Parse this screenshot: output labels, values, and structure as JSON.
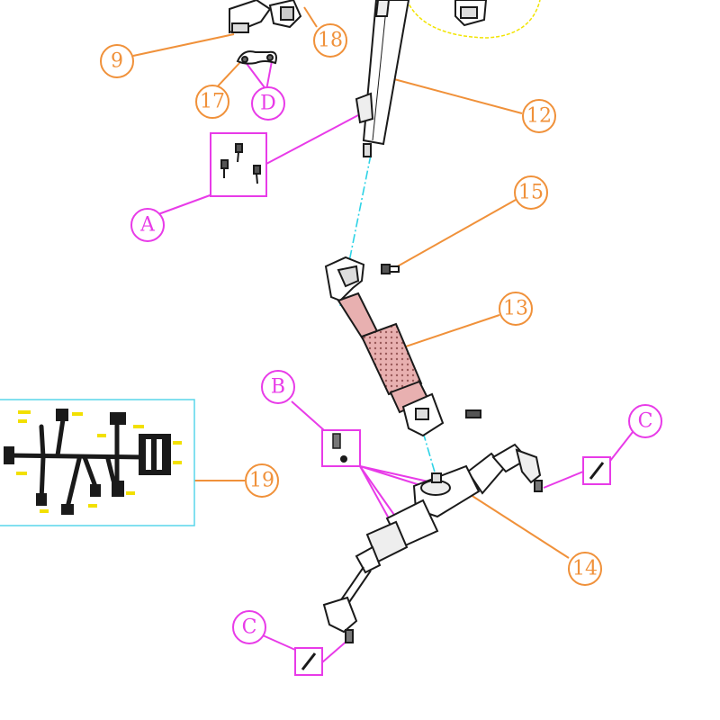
{
  "diagram": {
    "colors": {
      "part_callout": "#f0913a",
      "hardware_callout": "#e83be8",
      "centerline": "#2ed3e6",
      "part_stroke": "#1a1a1a",
      "shaft_fill": "#e8b0b0",
      "harness_frame": "#58d6ea",
      "harness_tag": "#f2e000"
    },
    "part_callouts": [
      "9",
      "18",
      "17",
      "12",
      "15",
      "13",
      "14",
      "19"
    ],
    "hardware_callouts": [
      "D",
      "A",
      "B",
      "C",
      "C"
    ]
  }
}
